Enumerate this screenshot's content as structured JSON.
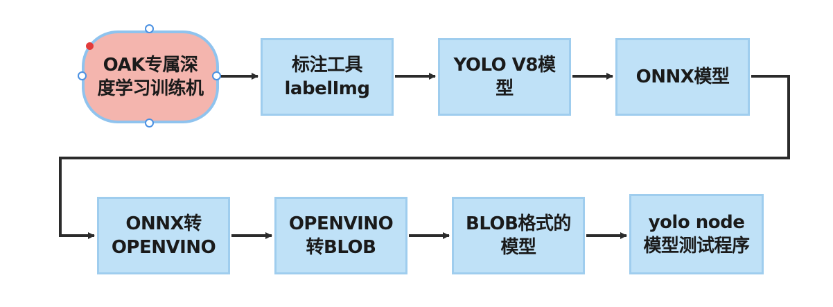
{
  "flow": {
    "start": {
      "line1": "OAK专属深",
      "line2": "度学习训练机"
    },
    "step1": {
      "line1": "标注工具",
      "line2": "labelImg"
    },
    "step2": {
      "line1": "YOLO V8模",
      "line2": "型"
    },
    "step3": {
      "line1": "ONNX模型"
    },
    "step4": {
      "line1": "ONNX转",
      "line2": "OPENVINO"
    },
    "step5": {
      "line1": "OPENVINO",
      "line2": "转BLOB"
    },
    "step6": {
      "line1": "BLOB格式的",
      "line2": "模型"
    },
    "step7": {
      "line1": "yolo node",
      "line2": "模型测试程序"
    }
  },
  "colors": {
    "start_fill": "#f4b5ae",
    "node_fill": "#bfe1f7",
    "node_border": "#9fcdee",
    "arrow": "#2b2b2b"
  }
}
